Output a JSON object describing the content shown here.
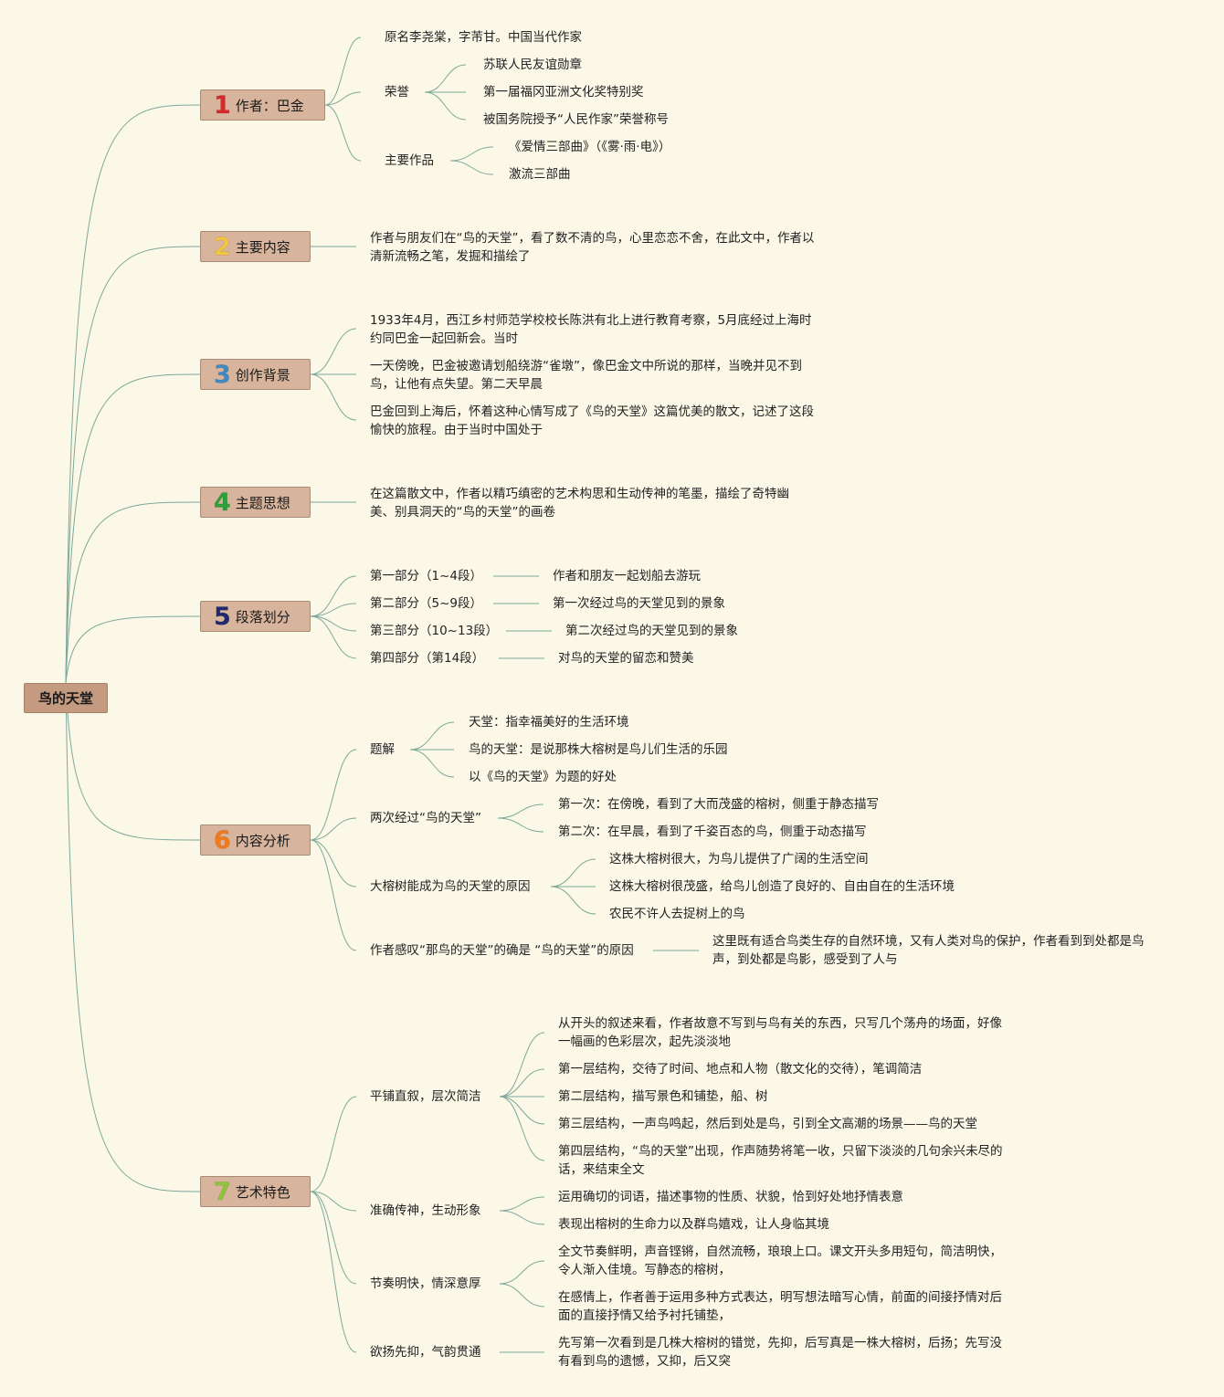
{
  "root": "鸟的天堂",
  "colors": {
    "line": "#7ea89a",
    "root": "#c49a80",
    "topic": "#d8b49c",
    "background": "#fbf8e8"
  },
  "topics": [
    {
      "num": "1",
      "color": "#d62a2a",
      "label": "作者：巴金"
    },
    {
      "num": "2",
      "color": "#f2c542",
      "label": "主要内容"
    },
    {
      "num": "3",
      "color": "#3e8bc4",
      "label": "创作背景"
    },
    {
      "num": "4",
      "color": "#2e9e3a",
      "label": "主题思想"
    },
    {
      "num": "5",
      "color": "#1f2a6e",
      "label": "段落划分"
    },
    {
      "num": "6",
      "color": "#f07a1c",
      "label": "内容分析"
    },
    {
      "num": "7",
      "color": "#8cc53a",
      "label": "艺术特色"
    }
  ],
  "t1": {
    "a": "原名李尧棠，字芾甘。中国当代作家",
    "b": "荣誉",
    "b1": "苏联人民友谊勋章",
    "b2": "第一届福冈亚洲文化奖特别奖",
    "b3": "被国务院授予“人民作家”荣誉称号",
    "c": "主要作品",
    "c1": "《爱情三部曲》（《雾·雨·电》）",
    "c2": "激流三部曲"
  },
  "t2": {
    "a": "作者与朋友们在“鸟的天堂”，看了数不清的鸟，心里恋恋不舍，在此文中，作者以清新流畅之笔，发掘和描绘了"
  },
  "t3": {
    "a": "1933年4月，西江乡村师范学校校长陈洪有北上进行教育考察，5月底经过上海时约同巴金一起回新会。当时",
    "b": "一天傍晚，巴金被邀请划船绕游“雀墩”，像巴金文中所说的那样，当晚并见不到鸟，让他有点失望。第二天早晨",
    "c": "巴金回到上海后，怀着这种心情写成了《鸟的天堂》这篇优美的散文，记述了这段愉快的旅程。由于当时中国处于"
  },
  "t4": {
    "a": "在这篇散文中，作者以精巧缜密的艺术构思和生动传神的笔墨，描绘了奇特幽美、别具洞天的“鸟的天堂”的画卷"
  },
  "t5": {
    "p1": "第一部分（1~4段）",
    "d1": "作者和朋友一起划船去游玩",
    "p2": "第二部分（5~9段）",
    "d2": "第一次经过鸟的天堂见到的景象",
    "p3": "第三部分（10~13段）",
    "d3": "第二次经过鸟的天堂见到的景象",
    "p4": "第四部分（第14段）",
    "d4": "对鸟的天堂的留恋和赞美"
  },
  "t6": {
    "a": "题解",
    "a1": "天堂：指幸福美好的生活环境",
    "a2": "鸟的天堂：是说那株大榕树是鸟儿们生活的乐园",
    "a3": "以《鸟的天堂》为题的好处",
    "b": "两次经过“鸟的天堂”",
    "b1": "第一次：在傍晚，看到了大而茂盛的榕树，侧重于静态描写",
    "b2": "第二次：在早晨，看到了千姿百态的鸟，侧重于动态描写",
    "c": "大榕树能成为鸟的天堂的原因",
    "c1": "这株大榕树很大，为鸟儿提供了广阔的生活空间",
    "c2": "这株大榕树很茂盛，给鸟儿创造了良好的、自由自在的生活环境",
    "c3": "农民不许人去捉树上的鸟",
    "d": "作者感叹“那鸟的天堂”的确是 “鸟的天堂”的原因",
    "d1": "这里既有适合鸟类生存的自然环境，又有人类对鸟的保护，作者看到到处都是鸟声，到处都是鸟影，感受到了人与"
  },
  "t7": {
    "a": "平铺直叙，层次简洁",
    "a1": "从开头的叙述来看，作者故意不写到与鸟有关的东西，只写几个荡舟的场面，好像一幅画的色彩层次，起先淡淡地",
    "a2": "第一层结构，交待了时间、地点和人物（散文化的交待），笔调简洁",
    "a3": "第二层结构，描写景色和铺垫，船、树",
    "a4": "第三层结构，一声鸟鸣起，然后到处是鸟，引到全文高潮的场景——鸟的天堂",
    "a5": "第四层结构，“鸟的天堂”出现，作声随势将笔一收，只留下淡淡的几句余兴未尽的话，来结束全文",
    "b": "准确传神，生动形象",
    "b1": "运用确切的词语，描述事物的性质、状貌，恰到好处地抒情表意",
    "b2": "表现出榕树的生命力以及群鸟嬉戏，让人身临其境",
    "c": "节奏明快，情深意厚",
    "c1": "全文节奏鲜明，声音铿锵，自然流畅，琅琅上口。课文开头多用短句，简洁明快，令人渐入佳境。写静态的榕树，",
    "c2": "在感情上，作者善于运用多种方式表达，明写想法暗写心情，前面的间接抒情对后面的直接抒情又给予衬托铺垫，",
    "d": "欲扬先抑，气韵贯通",
    "d1": "先写第一次看到是几株大榕树的错觉，先抑，后写真是一株大榕树，后扬；先写没有看到鸟的遗憾，又抑，后又突"
  }
}
